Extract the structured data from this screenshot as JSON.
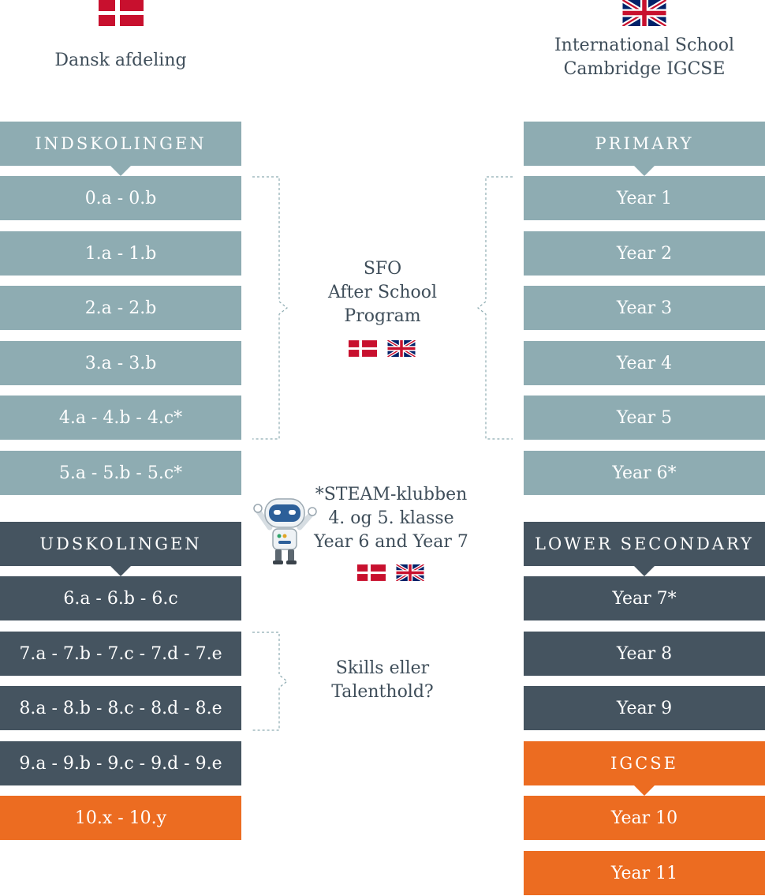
{
  "left": {
    "caption": "Dansk afdeling",
    "groups": [
      {
        "header": "INDSKOLINGEN",
        "theme": "teal",
        "rows": [
          "0.a - 0.b",
          "1.a - 1.b",
          "2.a - 2.b",
          "3.a - 3.b",
          "4.a - 4.b - 4.c*",
          "5.a - 5.b - 5.c*"
        ]
      },
      {
        "header": "UDSKOLINGEN",
        "theme": "dark",
        "rows": [
          "6.a - 6.b - 6.c",
          "7.a - 7.b - 7.c - 7.d - 7.e",
          "8.a - 8.b - 8.c - 8.d - 8.e",
          "9.a - 9.b - 9.c - 9.d - 9.e"
        ]
      }
    ],
    "final": "10.x - 10.y"
  },
  "right": {
    "caption_lines": [
      "International School",
      "Cambridge IGCSE"
    ],
    "groups": [
      {
        "header": "PRIMARY",
        "theme": "teal",
        "rows": [
          "Year 1",
          "Year 2",
          "Year 3",
          "Year 4",
          "Year 5",
          "Year 6*"
        ]
      },
      {
        "header": "LOWER SECONDARY",
        "theme": "dark",
        "rows": [
          "Year 7*",
          "Year 8",
          "Year 9"
        ]
      },
      {
        "header": "IGCSE",
        "theme": "orange",
        "rows": [
          "Year 10",
          "Year 11"
        ]
      }
    ]
  },
  "center": {
    "sfo_lines": [
      "SFO",
      "After School",
      "Program"
    ],
    "steam_lines": [
      "*STEAM-klubben",
      "4. og 5. klasse",
      "Year 6 and Year 7"
    ],
    "skills_lines": [
      "Skills eller",
      "Talenthold?"
    ]
  },
  "icons": {
    "danish_flag": "danish-flag-icon",
    "uk_flag": "uk-flag-icon",
    "robot": "robot-mascot-icon"
  },
  "colors": {
    "teal": "#8eacb2",
    "dark": "#455460",
    "orange": "#ec6c21",
    "text": "#3f4e5a",
    "bracket": "#8eacb2",
    "dk_red": "#c8102e",
    "uk_blue": "#012169"
  }
}
